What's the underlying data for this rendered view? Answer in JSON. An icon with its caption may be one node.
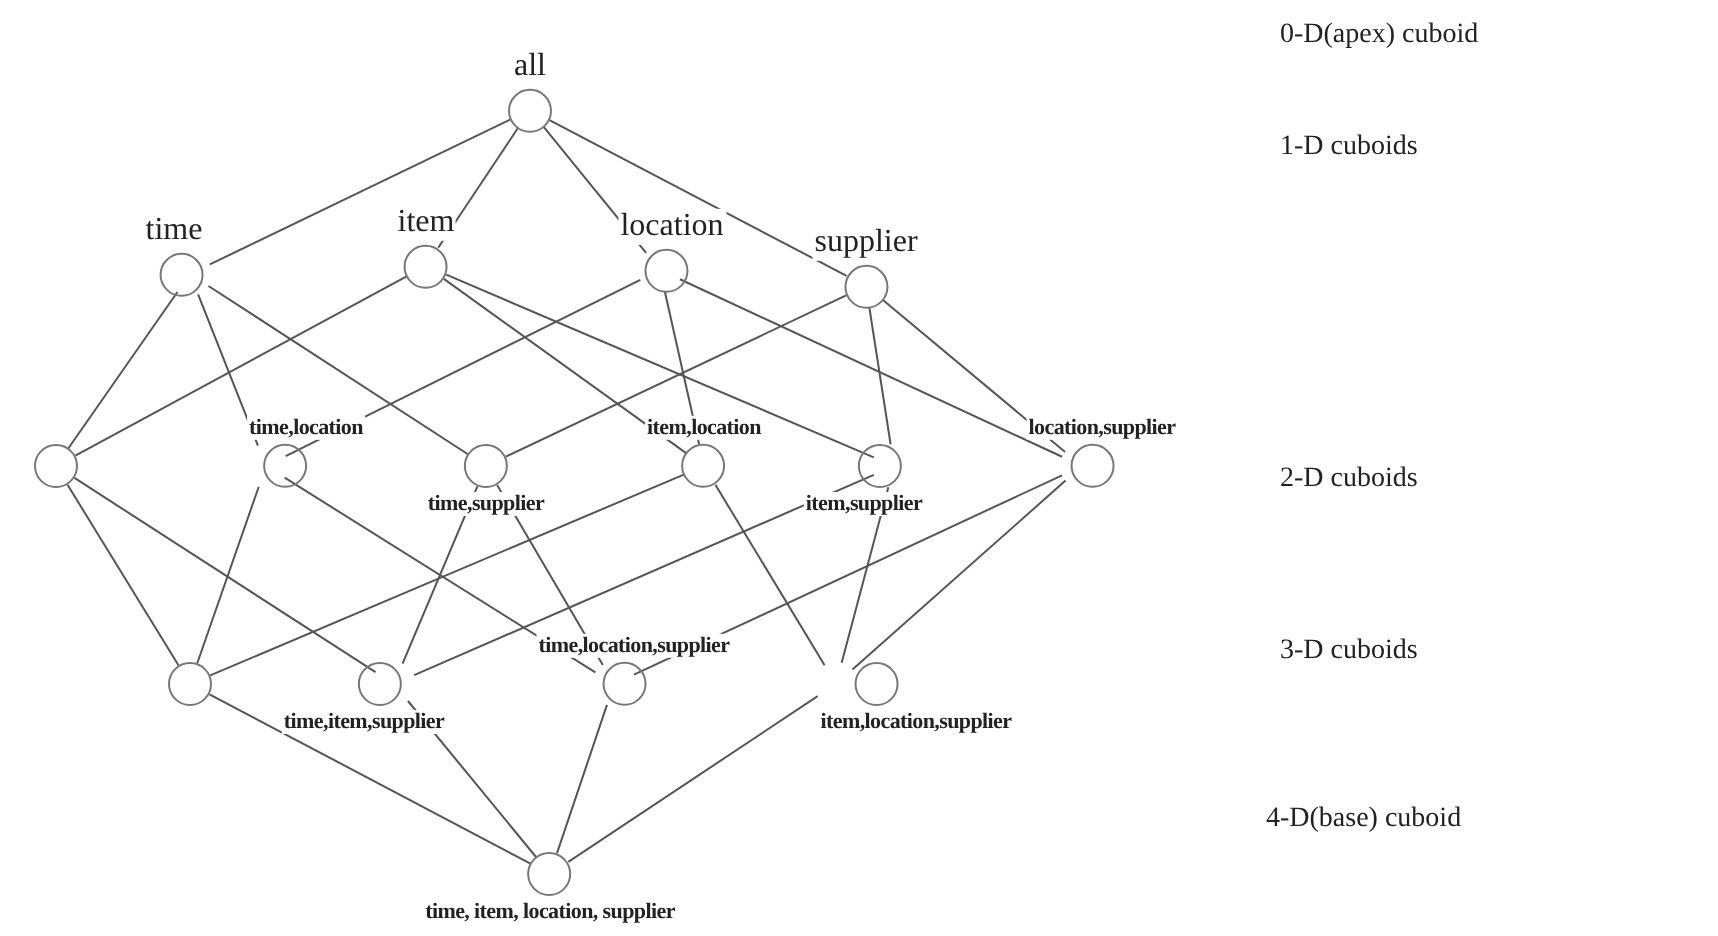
{
  "diagram": {
    "nodes": [
      {
        "text": [
          "all"
        ]
      },
      {
        "text": [
          "time"
        ]
      },
      {
        "text": [
          "item"
        ]
      },
      {
        "text": [
          "location"
        ]
      },
      {
        "text": [
          "supplier"
        ]
      },
      {
        "text": [],
        "shape": "circle"
      },
      {
        "text": [
          "time,location"
        ]
      },
      {
        "text": [
          "time,supplier"
        ]
      },
      {
        "text": [
          "item,location"
        ]
      },
      {
        "text": [
          "item,supplier"
        ]
      },
      {
        "text": [
          "location,supplier"
        ]
      },
      {
        "text": [],
        "shape": "circle"
      },
      {
        "text": [
          "time,item,supplier"
        ]
      },
      {
        "text": [
          "time,location,supplier"
        ]
      },
      {
        "text": [
          "item,location,supplier"
        ]
      },
      {
        "text": [
          "time, item, location, supplier"
        ]
      }
    ],
    "edges": [
      {
        "from": 0,
        "to": 1,
        "arrow": "none"
      },
      {
        "from": 0,
        "to": 2,
        "arrow": "none"
      },
      {
        "from": 0,
        "to": 3,
        "arrow": "none"
      },
      {
        "from": 0,
        "to": 4,
        "arrow": "none"
      },
      {
        "from": 1,
        "to": 5,
        "arrow": "none"
      },
      {
        "from": 1,
        "to": 6,
        "arrow": "none"
      },
      {
        "from": 1,
        "to": 7,
        "arrow": "none"
      },
      {
        "from": 2,
        "to": 5,
        "arrow": "none"
      },
      {
        "from": 2,
        "to": 8,
        "arrow": "none"
      },
      {
        "from": 2,
        "to": 9,
        "arrow": "none"
      },
      {
        "from": 3,
        "to": 6,
        "arrow": "none"
      },
      {
        "from": 3,
        "to": 8,
        "arrow": "none"
      },
      {
        "from": 3,
        "to": 10,
        "arrow": "none"
      },
      {
        "from": 4,
        "to": 7,
        "arrow": "none"
      },
      {
        "from": 4,
        "to": 9,
        "arrow": "none"
      },
      {
        "from": 4,
        "to": 10,
        "arrow": "none"
      },
      {
        "from": 5,
        "to": 11,
        "arrow": "none"
      },
      {
        "from": 5,
        "to": 12,
        "arrow": "none"
      },
      {
        "from": 6,
        "to": 11,
        "arrow": "none"
      },
      {
        "from": 6,
        "to": 13,
        "arrow": "none"
      },
      {
        "from": 7,
        "to": 12,
        "arrow": "none"
      },
      {
        "from": 7,
        "to": 13,
        "arrow": "none"
      },
      {
        "from": 8,
        "to": 11,
        "arrow": "none"
      },
      {
        "from": 8,
        "to": 14,
        "arrow": "none"
      },
      {
        "from": 9,
        "to": 12,
        "arrow": "none"
      },
      {
        "from": 9,
        "to": 14,
        "arrow": "none"
      },
      {
        "from": 10,
        "to": 13,
        "arrow": "none"
      },
      {
        "from": 10,
        "to": 14,
        "arrow": "none"
      },
      {
        "from": 11,
        "to": 15,
        "arrow": "none"
      },
      {
        "from": 12,
        "to": 15,
        "arrow": "none"
      },
      {
        "from": 13,
        "to": 15,
        "arrow": "none"
      },
      {
        "from": 14,
        "to": 15,
        "arrow": "none"
      }
    ],
    "labels": [
      "0-D(apex) cuboid",
      "1-D cuboids",
      "2-D cuboids",
      "3-D cuboids",
      "4-D(base) cuboid"
    ]
  }
}
